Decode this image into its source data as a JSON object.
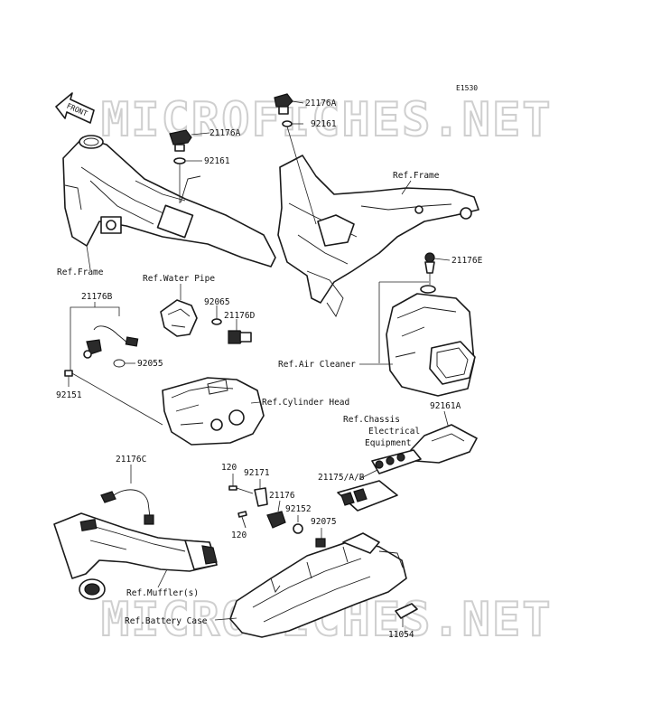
{
  "diagram_code": "E1530",
  "front_arrow": "FRONT",
  "watermark": "MICROFICHES.NET",
  "labels": {
    "p21176A_top": "21176A",
    "p92161_top": "92161",
    "p21176A_left": "21176A",
    "p92161_left": "92161",
    "ref_frame_right": "Ref.Frame",
    "ref_frame_left": "Ref.Frame",
    "ref_water_pipe": "Ref.Water Pipe",
    "p21176B": "21176B",
    "p92065": "92065",
    "p21176D": "21176D",
    "p92055": "92055",
    "p92151": "92151",
    "p21176E": "21176E",
    "ref_air_cleaner": "Ref.Air Cleaner",
    "ref_cylinder_head": "Ref.Cylinder Head",
    "ref_chassis_1": "Ref.Chassis",
    "ref_chassis_2": "Electrical",
    "ref_chassis_3": "Equipment",
    "p92161A": "92161A",
    "p21176C": "21176C",
    "p120_a": "120",
    "p92171": "92171",
    "p21176": "21176",
    "p21175AB": "21175/A/B",
    "p92152": "92152",
    "p92075": "92075",
    "p120_b": "120",
    "ref_muffler": "Ref.Muffler(s)",
    "ref_battery_case": "Ref.Battery Case",
    "p11054": "11054"
  }
}
